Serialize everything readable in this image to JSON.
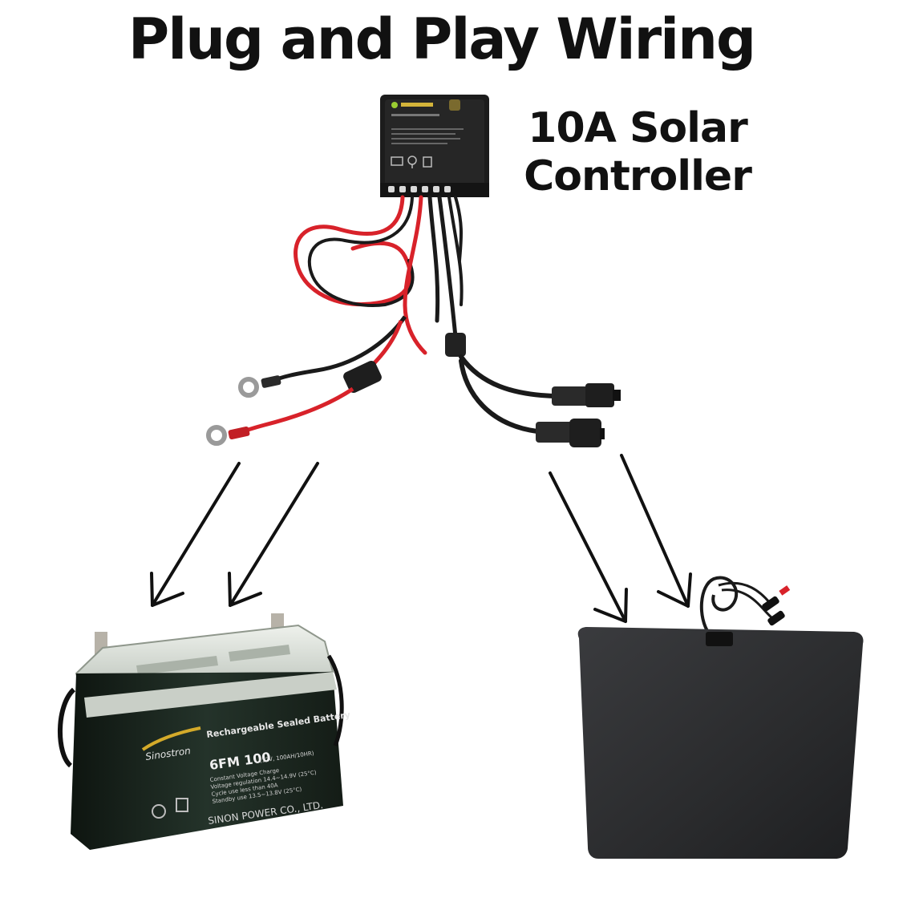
{
  "title": "Plug and Play Wiring",
  "controller_label": {
    "line1": "10A Solar",
    "line2": "Controller"
  },
  "battery": {
    "brand": "Sinostron",
    "heading": "Rechargeable Sealed Battery",
    "model": "6FM 100",
    "rating": "(12V, 100AH/10HR)",
    "spec_lines": [
      "Constant Voltage Charge",
      "Voltage regulation    14.4~14.9V (25°C)",
      "Cycle use             less than 40A",
      "Standby use           13.5~13.8V (25°C)"
    ],
    "maker": "SINON POWER CO., LTD."
  },
  "colors": {
    "wire_red": "#d8222a",
    "wire_black": "#1a1a1a",
    "battery_body": "#1f2a22",
    "battery_lid": "#d7dcd5",
    "panel": "#2c2d2f",
    "controller": "#1c1c1c"
  }
}
